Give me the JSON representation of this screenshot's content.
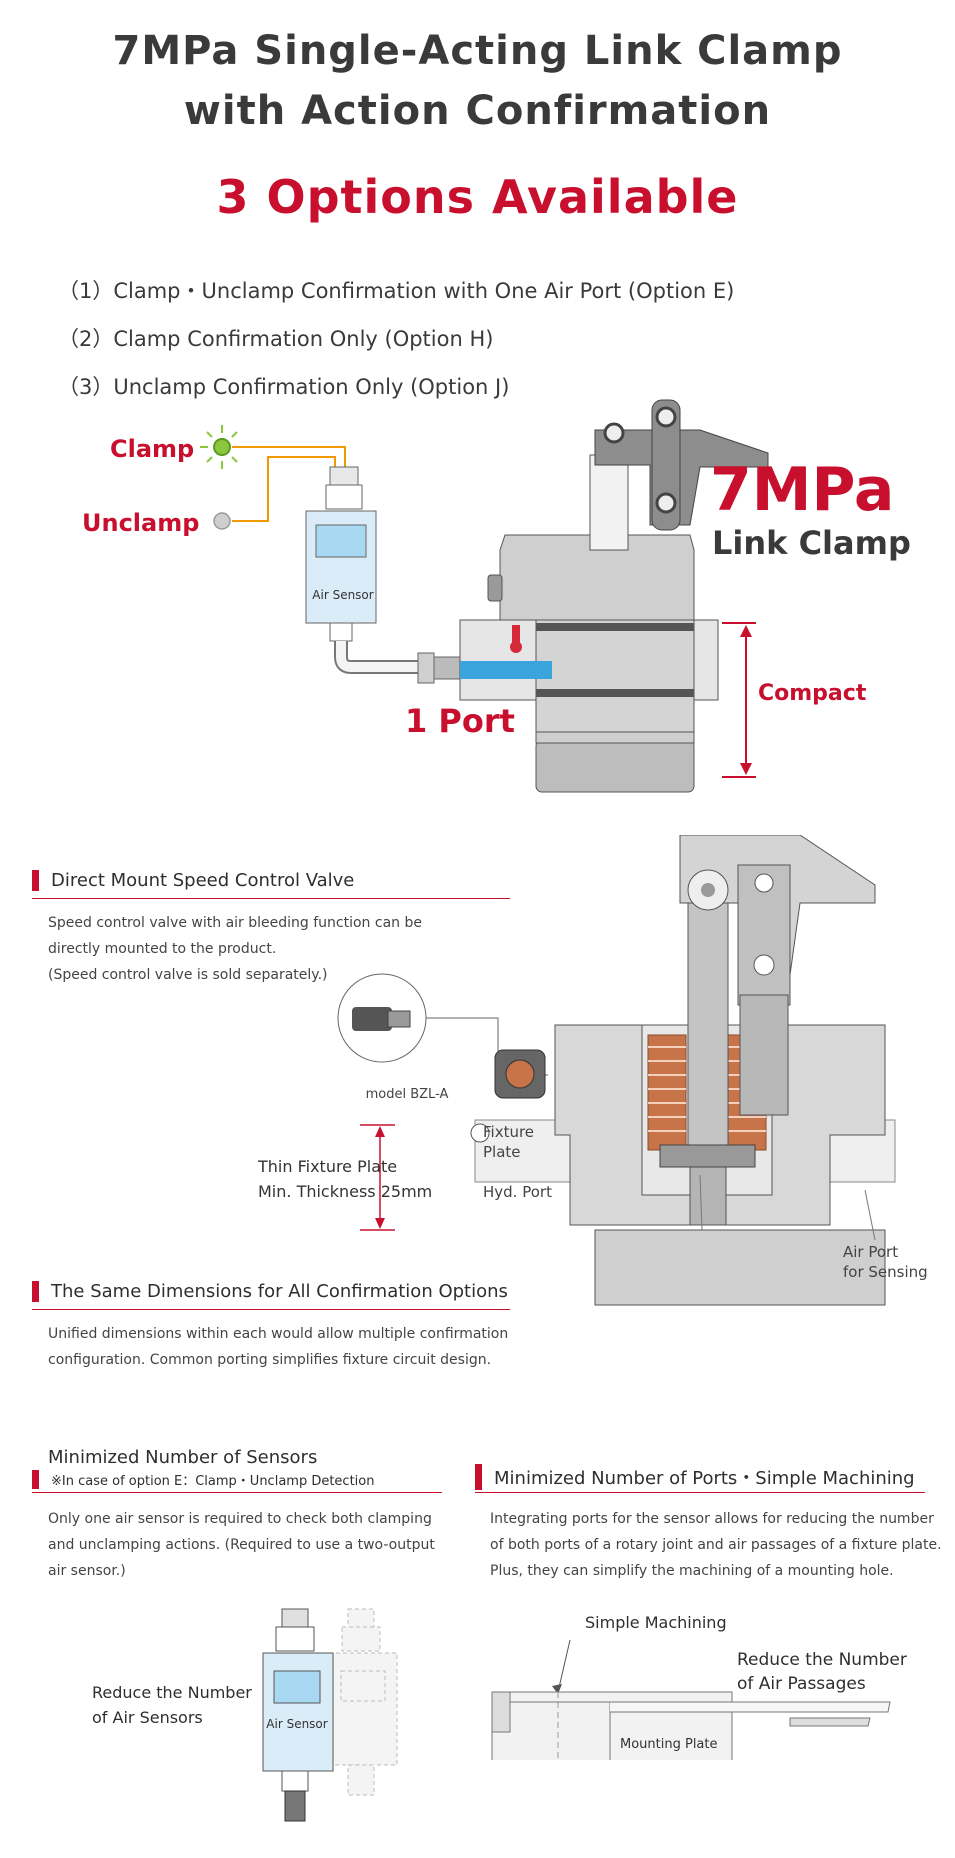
{
  "header": {
    "title_line1": "7MPa Single-Acting Link Clamp",
    "title_line2": "with Action Confirmation",
    "subtitle": "3 Options Available"
  },
  "options": [
    "（1）Clamp・Unclamp Confirmation with One Air Port (Option E)",
    "（2）Clamp Confirmation Only (Option H)",
    "（3）Unclamp Confirmation Only (Option J)"
  ],
  "hero": {
    "clamp_label": "Clamp",
    "unclamp_label": "Unclamp",
    "air_sensor_label": "Air Sensor",
    "big_label": "7MPa",
    "big_sublabel": "Link Clamp",
    "compact_label": "Compact",
    "port_label": "1 Port"
  },
  "section_speed_valve": {
    "heading": "Direct Mount Speed Control Valve",
    "text_line1": "Speed control valve with air bleeding function can be",
    "text_line2": "directly mounted to the product.",
    "text_line3": "(Speed control valve is sold separately.)",
    "model_label": "model BZL-A"
  },
  "cross_section": {
    "fixture_plate_line1": "Fixture",
    "fixture_plate_line2": "Plate",
    "hyd_port": "Hyd. Port",
    "thin_plate_line1": "Thin Fixture Plate",
    "thin_plate_line2": "Min. Thickness 25mm",
    "air_port_line1": "Air Port",
    "air_port_line2": "for Sensing"
  },
  "section_same_dims": {
    "heading": "The Same Dimensions for All Confirmation Options",
    "text_line1": "Unified dimensions within each would allow multiple confirmation",
    "text_line2": "configuration. Common porting simplifies fixture circuit design."
  },
  "section_min_sensors": {
    "heading": "Minimized Number of Sensors",
    "note": "※In case of option E：Clamp・Unclamp Detection",
    "text_line1": "Only one air sensor is required to check both clamping",
    "text_line2": "and unclamping actions. (Required to use a two-output",
    "text_line3": "air sensor.)",
    "reduce_line1": "Reduce the Number",
    "reduce_line2": "of Air Sensors",
    "air_sensor_label": "Air Sensor"
  },
  "section_min_ports": {
    "heading": "Minimized Number of Ports・Simple Machining",
    "text_line1": "Integrating ports for the sensor allows for reducing the number",
    "text_line2": "of both ports of a rotary joint and air passages of a fixture plate.",
    "text_line3": "Plus, they can simplify the machining of a mounting hole.",
    "simple_machining": "Simple Machining",
    "reduce_line1": "Reduce the Number",
    "reduce_line2": "of Air Passages",
    "mounting_plate": "Mounting Plate"
  },
  "colors": {
    "accent": "#c8102e",
    "orange_line": "#f39800",
    "sensor_body": "#d9ecf7",
    "spring": "#c8744a",
    "flow_blue": "#3aa5dc"
  }
}
